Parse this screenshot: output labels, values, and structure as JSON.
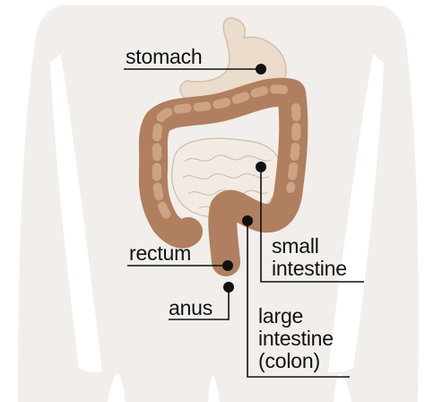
{
  "labels": {
    "stomach": "stomach",
    "rectum": "rectum",
    "anus": "anus",
    "small_intestine": "small\nintestine",
    "large_intestine": "large\nintestine\n(colon)"
  },
  "colors": {
    "background": "#ffffff",
    "body_silhouette": "#f1eeeb",
    "stomach": "#ecdccb",
    "colon": "#b07f60",
    "colon_highlight": "#cda386",
    "small_intestine": "#f3ebe3",
    "leader_line": "#111111",
    "text": "#111111"
  }
}
